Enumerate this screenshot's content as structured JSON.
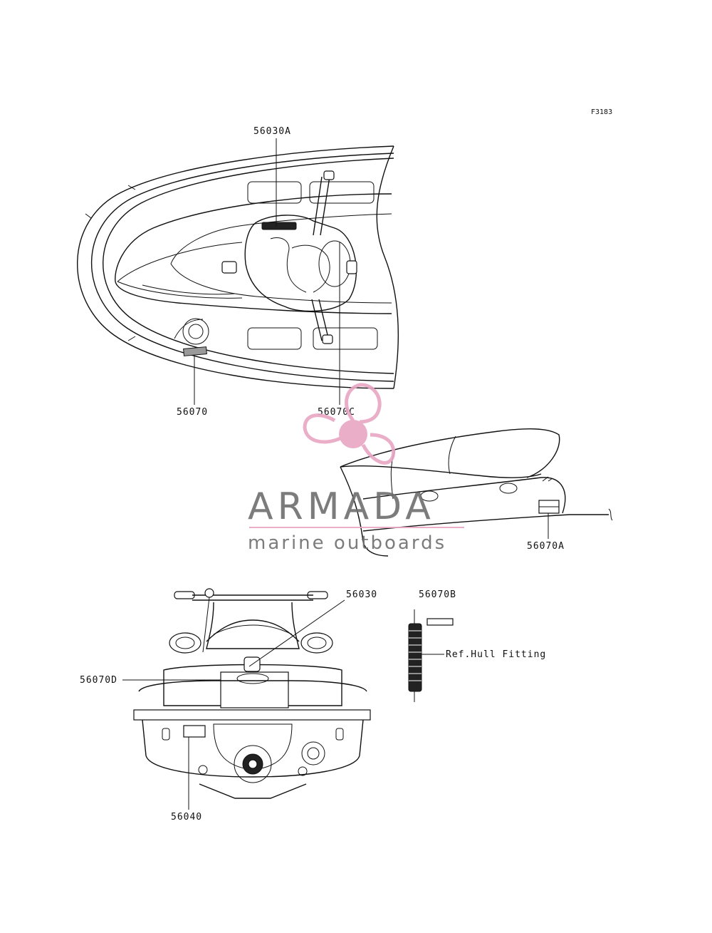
{
  "figure_code": "F3183",
  "callouts": {
    "c56030A": "56030A",
    "c56070": "56070",
    "c56070C": "56070C",
    "c56070A": "56070A",
    "c56030": "56030",
    "c56070B": "56070B",
    "c56070D": "56070D",
    "c56040": "56040",
    "ref_hull": "Ref.Hull Fitting"
  },
  "watermark": {
    "brand": "ARMADA",
    "tagline": "marine outboards",
    "logo_color": "#e8a6c4",
    "text_color": "#6e6e6e"
  }
}
